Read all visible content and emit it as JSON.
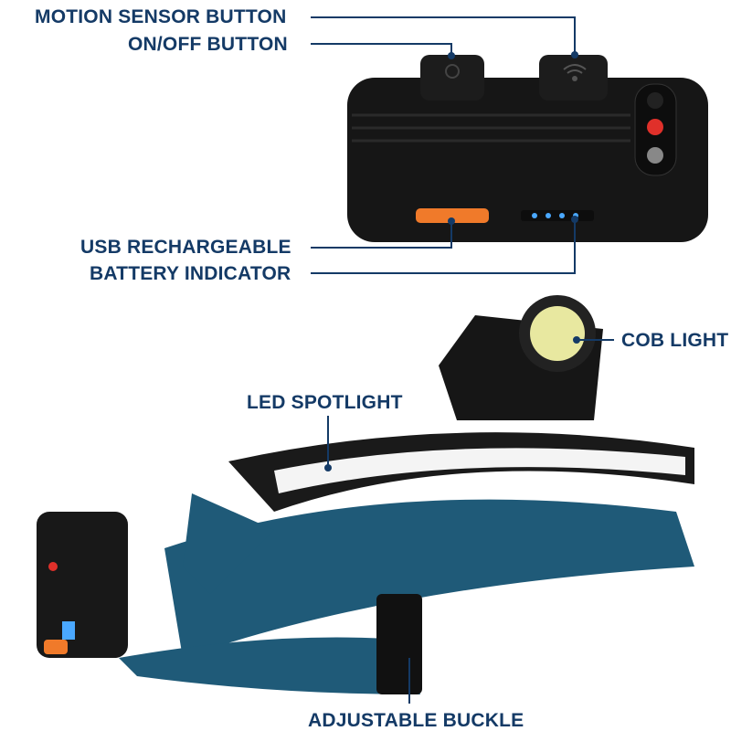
{
  "callouts": {
    "motion_sensor": "MOTION SENSOR BUTTON",
    "on_off": "ON/OFF BUTTON",
    "usb": "USB RECHARGEABLE",
    "battery": "BATTERY INDICATOR",
    "cob": "COB LIGHT",
    "led": "LED SPOTLIGHT",
    "buckle": "ADJUSTABLE BUCKLE"
  },
  "colors": {
    "label": "#143a66",
    "housing": "#1a1a1a",
    "strap": "#1f5a78",
    "usb_cover": "#f07a2a",
    "battery_led": "#4aa8ff",
    "red_led": "#e0302a"
  },
  "icons": {
    "power": "power-button-icon",
    "sensor": "wave-sensor-icon"
  }
}
